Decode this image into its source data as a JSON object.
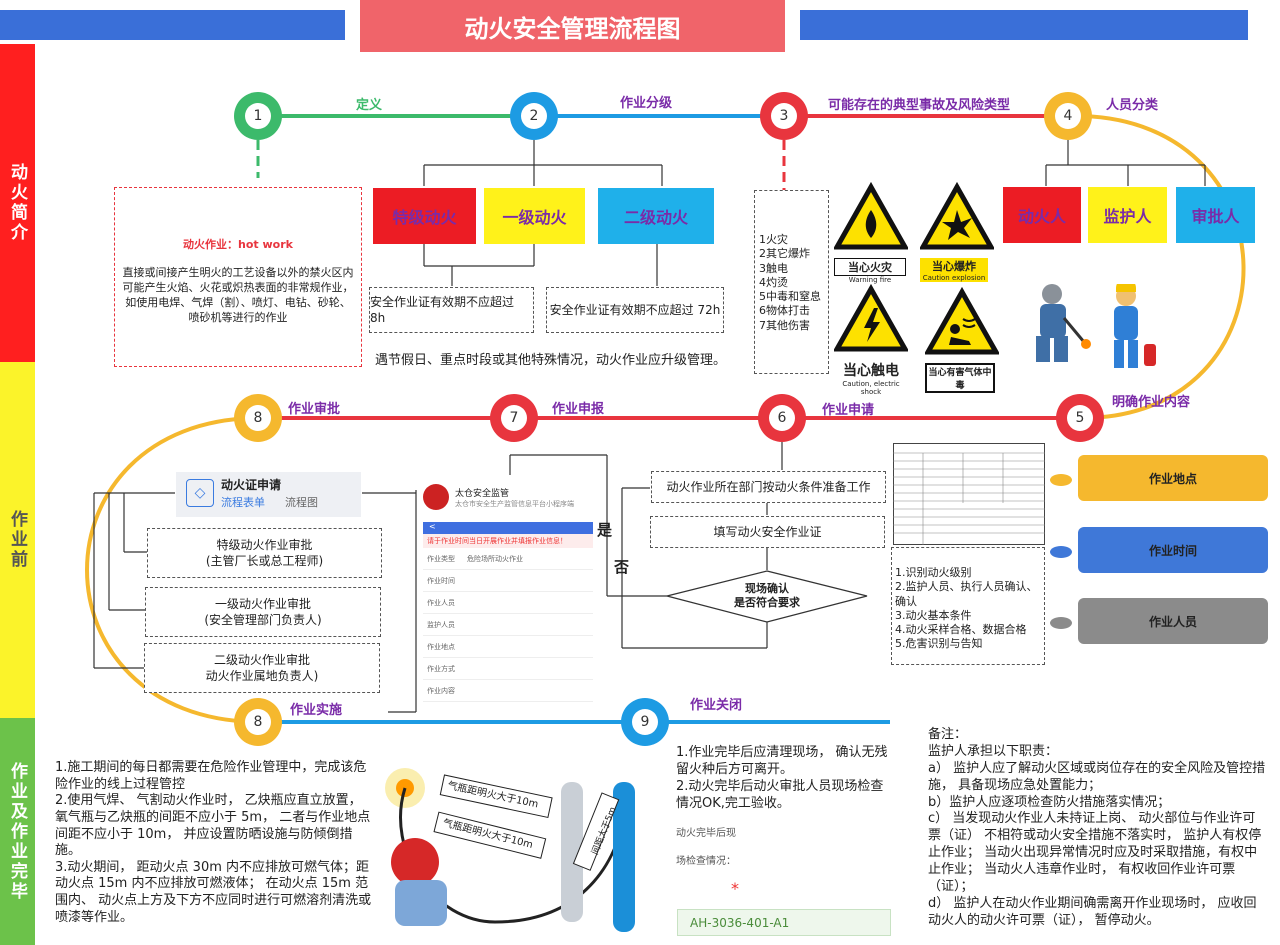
{
  "title": "动火安全管理流程图",
  "side_labels": [
    "动火简介",
    "作业前",
    "作业及作业完毕"
  ],
  "stages": {
    "s1": {
      "num": "1",
      "label": "定义"
    },
    "s2": {
      "num": "2",
      "label": "作业分级"
    },
    "s3": {
      "num": "3",
      "label": "可能存在的典型事故及风险类型"
    },
    "s4": {
      "num": "4",
      "label": "人员分类"
    },
    "s5": {
      "num": "5",
      "label": "明确作业内容"
    },
    "s6": {
      "num": "6",
      "label": "作业申请"
    },
    "s7": {
      "num": "7",
      "label": "作业申报"
    },
    "s8a": {
      "num": "8",
      "label": "作业审批"
    },
    "s8b": {
      "num": "8",
      "label": "作业实施"
    },
    "s9": {
      "num": "9",
      "label": "作业关闭"
    }
  },
  "definition": {
    "term": "动火作业：hot work",
    "text": "直接或间接产生明火的工艺设备以外的禁火区内可能产生火焰、火花或炽热表面的非常规作业，如使用电焊、气焊（割）、喷灯、电钻、砂轮、喷砂机等进行的作业"
  },
  "levels": [
    "特级动火",
    "一级动火",
    "二级动火"
  ],
  "validity": [
    "安全作业证有效期不应超过 8h",
    "安全作业证有效期不应超过 72h"
  ],
  "upgrade_note": "遇节假日、重点时段或其他特殊情况，动火作业应升级管理。",
  "risks": [
    "1火灾",
    "2其它爆炸",
    "3触电",
    "4灼烫",
    "5中毒和窒息",
    "6物体打击",
    "7其他伤害"
  ],
  "signs": [
    {
      "title": "当心火灾",
      "sub": "Warning fire"
    },
    {
      "title": "当心爆炸",
      "sub": "Caution explosion"
    },
    {
      "title": "当心触电",
      "sub": "Caution, electric shock"
    },
    {
      "title": "当心有害气体中毒",
      "sub": ""
    }
  ],
  "personnel": [
    "动火人",
    "监护人",
    "审批人"
  ],
  "content_items": [
    "作业地点",
    "作业时间",
    "作业人员"
  ],
  "apply_steps": [
    "动火作业所在部门按动火条件准备工作",
    "填写动火安全作业证"
  ],
  "decision": {
    "line1": "现场确认",
    "line2": "是否符合要求",
    "yes": "是",
    "no": "否"
  },
  "check_list": [
    "1.识别动火级别",
    "2.监护人员、执行人员确认、确认",
    "3.动火基本条件",
    "4.动火采样合格、数据合格",
    "5.危害识别与告知"
  ],
  "app": {
    "name": "太仓安全监管",
    "sub": "太仓市安全生产监管信息平台小程序端",
    "notice": "请于作业时间当日开展作业并填报作业信息！",
    "fields": [
      "作业类型",
      "作业时间",
      "作业人员",
      "监护人员",
      "作业地点",
      "作业方式",
      "作业内容"
    ],
    "type_value": "危险场所动火作业"
  },
  "approval_panel": {
    "title": "动火证申请",
    "tab1": "流程表单",
    "tab2": "流程图"
  },
  "approvals": [
    {
      "l1": "特级动火作业审批",
      "l2": "(主管厂长或总工程师)"
    },
    {
      "l1": "一级动火作业审批",
      "l2": "(安全管理部门负责人)"
    },
    {
      "l1": "二级动火作业审批",
      "l2": "动火作业属地负责人)"
    }
  ],
  "implementation_text": [
    "1.施工期间的每日都需要在危险作业管理中，完成该危险作业的线上过程管控",
    "2.使用气焊、 气割动火作业时， 乙炔瓶应直立放置，氧气瓶与乙炔瓶的间距不应小于 5m， 二者与作业地点间距不应小于 10m， 并应设置防晒设施与防倾倒措施。",
    "3.动火期间， 距动火点 30m 内不应排放可燃气体；距动火点 15m 内不应排放可燃液体； 在动火点 15m 范围内、 动火点上方及下方不应同时进行可燃溶剂清洗或喷漆等作业。"
  ],
  "distance_labels": [
    "气瓶距明火大于10m",
    "气瓶距明火大于10m",
    "间距大于5m"
  ],
  "closing_text": [
    "1.作业完毕后应清理现场， 确认无残留火种后方可离开。",
    "2.动火完毕后动火审批人员现场检查情况OK,完工验收。"
  ],
  "closing_form": {
    "l1": "动火完毕后现",
    "l2": "场检查情况：",
    "star": "*",
    "code": "AH-3036-401-A1"
  },
  "remarks": {
    "title": "备注：",
    "intro": "监护人承担以下职责：",
    "items": [
      "a） 监护人应了解动火区域或岗位存在的安全风险及管控措施， 具备现场应急处置能力；",
      "b）监护人应逐项检查防火措施落实情况；",
      "c） 当发现动火作业人未持证上岗、 动火部位与作业许可票（证） 不相符或动火安全措施不落实时， 监护人有权停止作业； 当动火出现异常情况时应及时采取措施，有权中止作业； 当动火人违章作业时， 有权收回作业许可票（证）；",
      "d） 监护人在动火作业期间确需离开作业现场时， 应收回动火人的动火许可票（证）， 暂停动火。"
    ]
  },
  "colors": {
    "red": "#e8353e",
    "green": "#3cba6b",
    "blue": "#1d9be3",
    "orange": "#f5b82e",
    "yellow": "#fff21a",
    "cyan": "#1fb0ea",
    "side_red": "#ff1f1f",
    "side_yellow": "#fbf32a",
    "side_green": "#6cc24a"
  }
}
